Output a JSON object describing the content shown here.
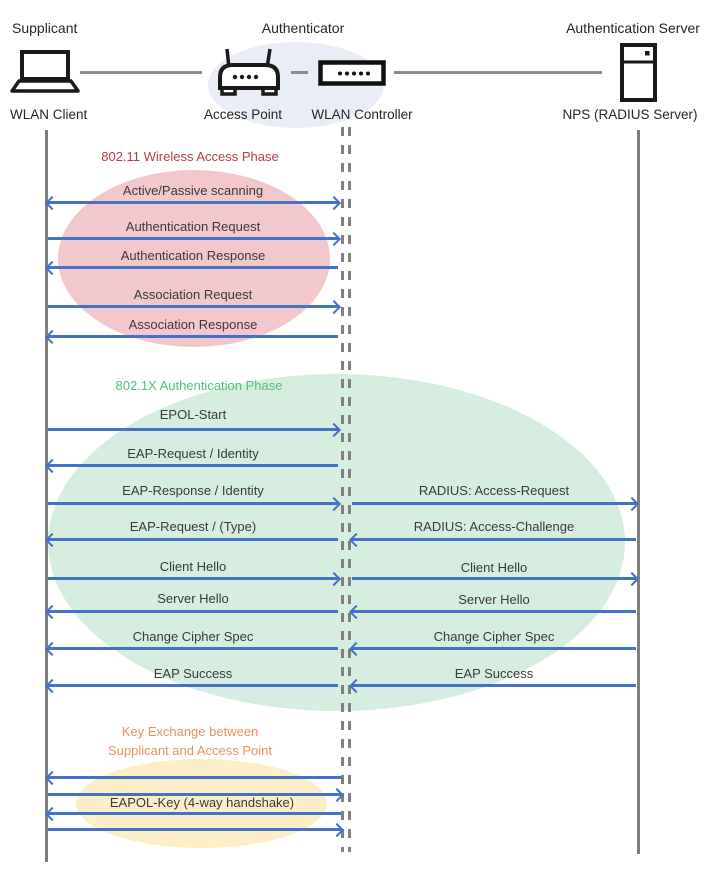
{
  "roles": {
    "supplicant": "Supplicant",
    "authenticator": "Authenticator",
    "authentication_server": "Authentication Server"
  },
  "nodes": {
    "wlan_client": {
      "label": "WLAN Client",
      "icon": "laptop-icon"
    },
    "access_point": {
      "label": "Access Point",
      "icon": "access-point-icon"
    },
    "wlan_controller": {
      "label": "WLAN Controller",
      "icon": "wlan-controller-icon"
    },
    "nps": {
      "label": "NPS (RADIUS Server)",
      "icon": "server-icon"
    }
  },
  "phases": [
    {
      "title": "802.11 Wireless Access Phase",
      "title_color": "#C0384A",
      "ellipse_fill": "#F2C8CD"
    },
    {
      "title": "802.1X Authentication Phase",
      "title_color": "#52BE7C",
      "ellipse_fill": "#D5EEDF"
    },
    {
      "title_line1": "Key Exchange between",
      "title_line2": "Supplicant and Access Point",
      "title_color": "#E8915F",
      "ellipse_fill": "#FCEFC7"
    }
  ],
  "messages": {
    "client_to_controller": [
      {
        "label": "Active/Passive scanning",
        "direction": "both"
      },
      {
        "label": "Authentication Request",
        "direction": "right"
      },
      {
        "label": "Authentication Response",
        "direction": "left"
      },
      {
        "label": "Association Request",
        "direction": "right"
      },
      {
        "label": "Association Response",
        "direction": "left"
      },
      {
        "label": "EPOL-Start",
        "direction": "right"
      },
      {
        "label": "EAP-Request / Identity",
        "direction": "left"
      },
      {
        "label": "EAP-Response / Identity",
        "direction": "right"
      },
      {
        "label": "EAP-Request / (Type)",
        "direction": "left"
      },
      {
        "label": "Client Hello",
        "direction": "right"
      },
      {
        "label": "Server Hello",
        "direction": "left"
      },
      {
        "label": "Change Cipher Spec",
        "direction": "left"
      },
      {
        "label": "EAP Success",
        "direction": "left"
      }
    ],
    "controller_to_server": [
      {
        "label": "RADIUS: Access-Request",
        "direction": "right"
      },
      {
        "label": "RADIUS: Access-Challenge",
        "direction": "left"
      },
      {
        "label": "Client Hello",
        "direction": "right"
      },
      {
        "label": "Server Hello",
        "direction": "left"
      },
      {
        "label": "Change Cipher Spec",
        "direction": "left"
      },
      {
        "label": "EAP Success",
        "direction": "left"
      }
    ],
    "key_exchange": {
      "label": "EAPOL-Key (4-way handshake)",
      "arrows": [
        "left",
        "right",
        "left",
        "right"
      ]
    }
  },
  "colors": {
    "arrow_blue": "#4472C4",
    "lifeline_gray": "#7F7F7F",
    "connector_gray": "#8C8C8C",
    "authenticator_group_fill": "#E9EDF6"
  }
}
